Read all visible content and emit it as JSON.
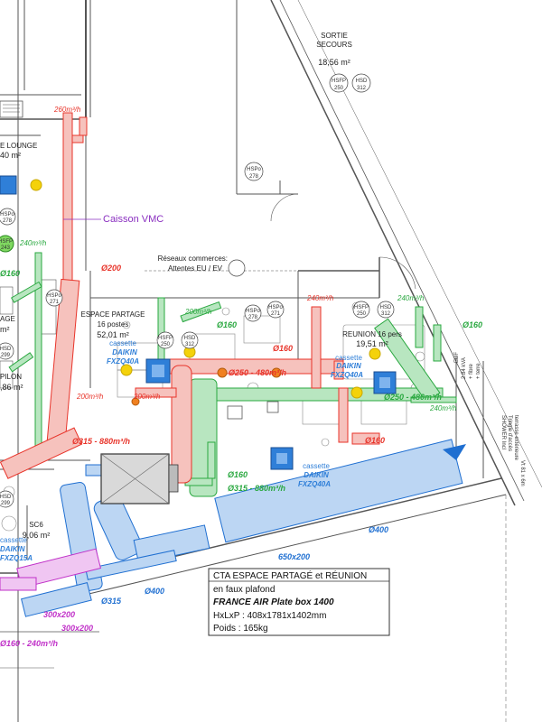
{
  "rooms": {
    "sortie_line1": "SORTIE",
    "sortie_line2": "SECOURS",
    "sortie_area": "18,56 m²",
    "lounge_name": "E LOUNGE",
    "lounge_area": "40 m²",
    "espace_name": "ESPACE PARTAGE",
    "espace_postes": "16 postes",
    "espace_area": "52,01 m²",
    "reunion_name": "REUNION 16 pers",
    "reunion_area": "19,51 m²",
    "age_name": "AGE",
    "age_area": "m²",
    "pilon_name": "PILON",
    "pilon_area": ",86 m²",
    "sc6_name": "SC6",
    "sc6_area": "9,06 m²"
  },
  "sensors": {
    "hsfp": "HSFP",
    "hsd": "HSD",
    "hspo": "HSPo",
    "v250": "250",
    "v312": "312",
    "v278": "278",
    "v271": "271",
    "v299": "299",
    "v243": "243"
  },
  "ducts": {
    "r260": "260m³/h",
    "r200": "Ø200",
    "g240a": "240m³/h",
    "g160a": "Ø160",
    "g200m3": "200m³/h",
    "r240m3": "240m³/h",
    "g240m3": "240m³/h",
    "g160b": "Ø160",
    "g160c": "Ø160",
    "r160a": "Ø160",
    "r250": "Ø250 - 480m³/h",
    "r200a": "200m³/h",
    "r200b": "200m³/h",
    "r315": "Ø315 - 880m³/h",
    "g250": "Ø250 - 480m³/h",
    "g240b": "240m³/h",
    "r160b": "Ø160",
    "g160d": "Ø160",
    "g315": "Ø315 - 880m³/h",
    "b400a": "Ø400",
    "b650": "650x200",
    "b400b": "Ø400",
    "b315": "Ø315",
    "m300a": "300x200",
    "m300b": "300x200",
    "m160": "Ø160 - 240m³/h",
    "g160e": "Ø160",
    "g240c": "240m³/h"
  },
  "labels": {
    "caisson": "Caisson VMC",
    "reseaux1": "Réseaux commerces:",
    "reseaux2": "Attentes EU / EV",
    "cassette_word": "cassette",
    "daikin": "DAIKIN",
    "fxzq40a": "FXZQ40A",
    "fxzq15a": "FXZQ15A",
    "side1": "2.84 kVA",
    "side2": "+ fibre",
    "side3": "+ terre",
    "side4": "EDF",
    "edge1": "SHOWER Incl",
    "edge2": "Tringle d'accès",
    "edge3": "terrasse extérieure",
    "edge4": "Vt 81 x 6m"
  },
  "cta_box": {
    "line1": "CTA ESPACE PARTAGÉ et RÉUNION",
    "line2": "en faux plafond",
    "line3": "FRANCE AIR Plate box 1400",
    "line4": "HxLxP : 408x1781x1402mm",
    "line5": "Poids : 165kg"
  },
  "colors": {
    "supply_red": "#e8342a",
    "extract_green": "#2aa840",
    "fresh_blue": "#1f6fd1",
    "exhaust_magenta": "#c030c8"
  }
}
